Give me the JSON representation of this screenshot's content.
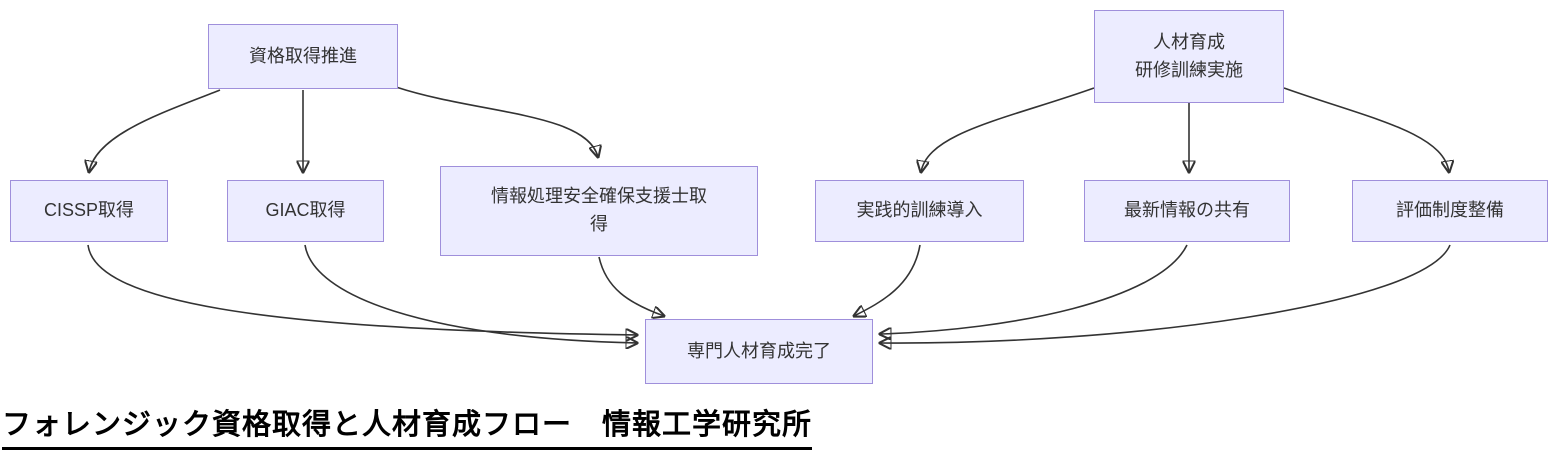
{
  "diagram": {
    "type": "flowchart",
    "title": "フォレンジック資格取得と人材育成フロー　情報工学研究所",
    "colors": {
      "node_fill": "#ECECFF",
      "node_border": "#9F8FDB",
      "node_text": "#333333",
      "edge": "#333333",
      "title_text": "#000000",
      "background": "#FFFFFF"
    },
    "nodes": [
      {
        "id": "qualification_promotion",
        "label": "資格取得推進",
        "display": "資格取得推進"
      },
      {
        "id": "cissp",
        "label": "CISSP取得",
        "display": "CISSP取得"
      },
      {
        "id": "giac",
        "label": "GIAC取得",
        "display": "GIAC取得"
      },
      {
        "id": "sc_shien",
        "label": "情報処理安全確保支援士取得",
        "display": "情報処理安全確保支援士取\n得"
      },
      {
        "id": "training_exec",
        "label": "人材育成 研修訓練実施",
        "display": "人材育成\n研修訓練実施"
      },
      {
        "id": "practical_training",
        "label": "実践的訓練導入",
        "display": "実践的訓練導入"
      },
      {
        "id": "latest_info",
        "label": "最新情報の共有",
        "display": "最新情報の共有"
      },
      {
        "id": "evaluation_system",
        "label": "評価制度整備",
        "display": "評価制度整備"
      },
      {
        "id": "completed",
        "label": "専門人材育成完了",
        "display": "専門人材育成完了"
      }
    ],
    "edges": [
      {
        "from": "資格取得推進",
        "to": "CISSP取得"
      },
      {
        "from": "資格取得推進",
        "to": "GIAC取得"
      },
      {
        "from": "資格取得推進",
        "to": "情報処理安全確保支援士取得"
      },
      {
        "from": "人材育成 研修訓練実施",
        "to": "実践的訓練導入"
      },
      {
        "from": "人材育成 研修訓練実施",
        "to": "最新情報の共有"
      },
      {
        "from": "人材育成 研修訓練実施",
        "to": "評価制度整備"
      },
      {
        "from": "CISSP取得",
        "to": "専門人材育成完了"
      },
      {
        "from": "GIAC取得",
        "to": "専門人材育成完了"
      },
      {
        "from": "情報処理安全確保支援士取得",
        "to": "専門人材育成完了"
      },
      {
        "from": "実践的訓練導入",
        "to": "専門人材育成完了"
      },
      {
        "from": "最新情報の共有",
        "to": "専門人材育成完了"
      },
      {
        "from": "評価制度整備",
        "to": "専門人材育成完了"
      }
    ]
  }
}
